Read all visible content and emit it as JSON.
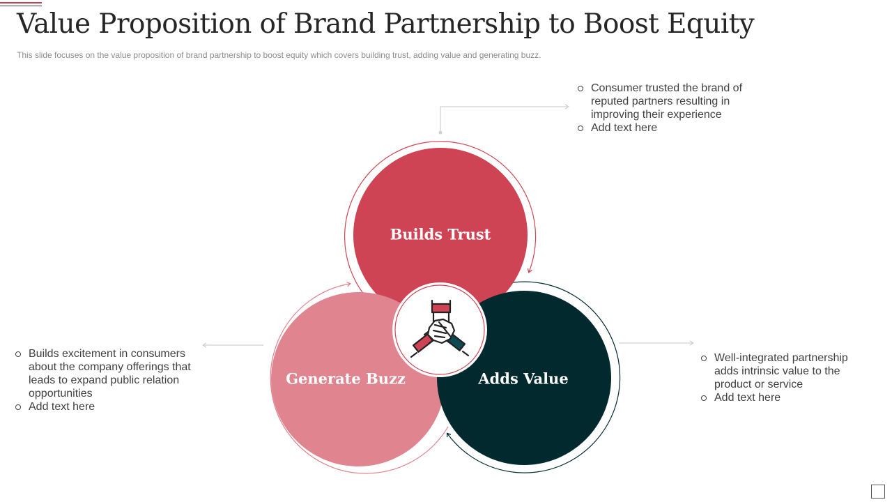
{
  "slide": {
    "title": "Value Proposition of Brand Partnership to Boost Equity",
    "subtitle": "This slide focuses on the value  proposition of brand partnership to boost equity which covers building trust, adding value  and generating  buzz."
  },
  "colors": {
    "trust": "#cf4454",
    "buzz": "#e0858f",
    "value": "#022a2e",
    "connector": "#d0d0d0"
  },
  "circles": {
    "trust": {
      "label": "Builds Trust"
    },
    "buzz": {
      "label": "Generate Buzz"
    },
    "value": {
      "label": "Adds Value"
    }
  },
  "center_icon": "handshake-team-icon",
  "bullets": {
    "trust": [
      "Consumer trusted the brand of reputed partners resulting in improving their experience",
      "Add text here"
    ],
    "buzz": [
      "Builds excitement in consumers about the company offerings that leads to expand public relation opportunities",
      "Add text here"
    ],
    "value": [
      "Well-integrated partnership adds intrinsic value to the product or service",
      "Add text here"
    ]
  }
}
